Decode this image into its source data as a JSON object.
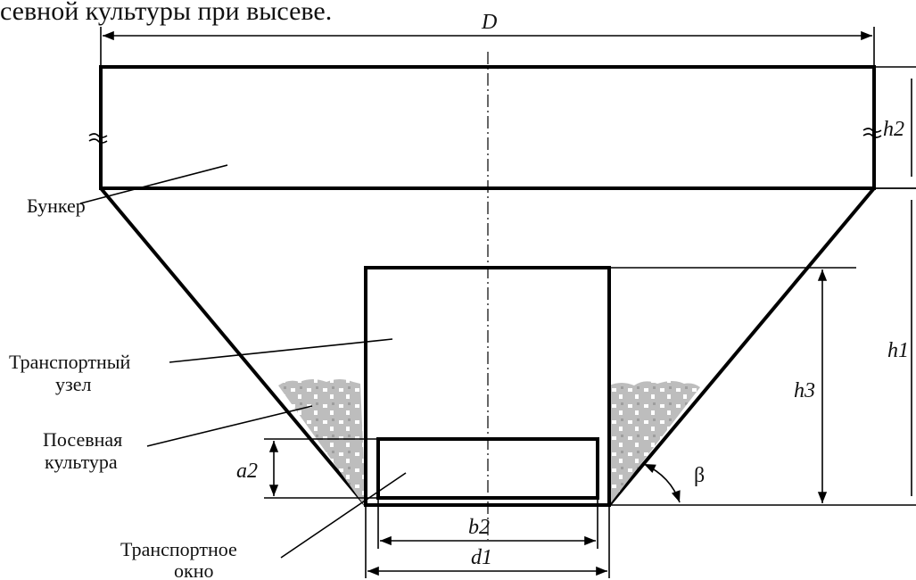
{
  "header_text": "севной культуры при высеве.",
  "dimensions": {
    "D": "D",
    "h2": "h2",
    "h1": "h1",
    "h3": "h3",
    "a2": "a2",
    "b2": "b2",
    "d1": "d1",
    "beta": "β"
  },
  "labels": {
    "bunker": "Бункер",
    "transport_node_line1": "Транспортный",
    "transport_node_line2": "узел",
    "seed_line1": "Посевная",
    "seed_line2": "культура",
    "window_line1": "Транспортное",
    "window_line2": "окно"
  },
  "colors": {
    "lines": "#000000",
    "seed_fill": "#bdbdbd"
  }
}
